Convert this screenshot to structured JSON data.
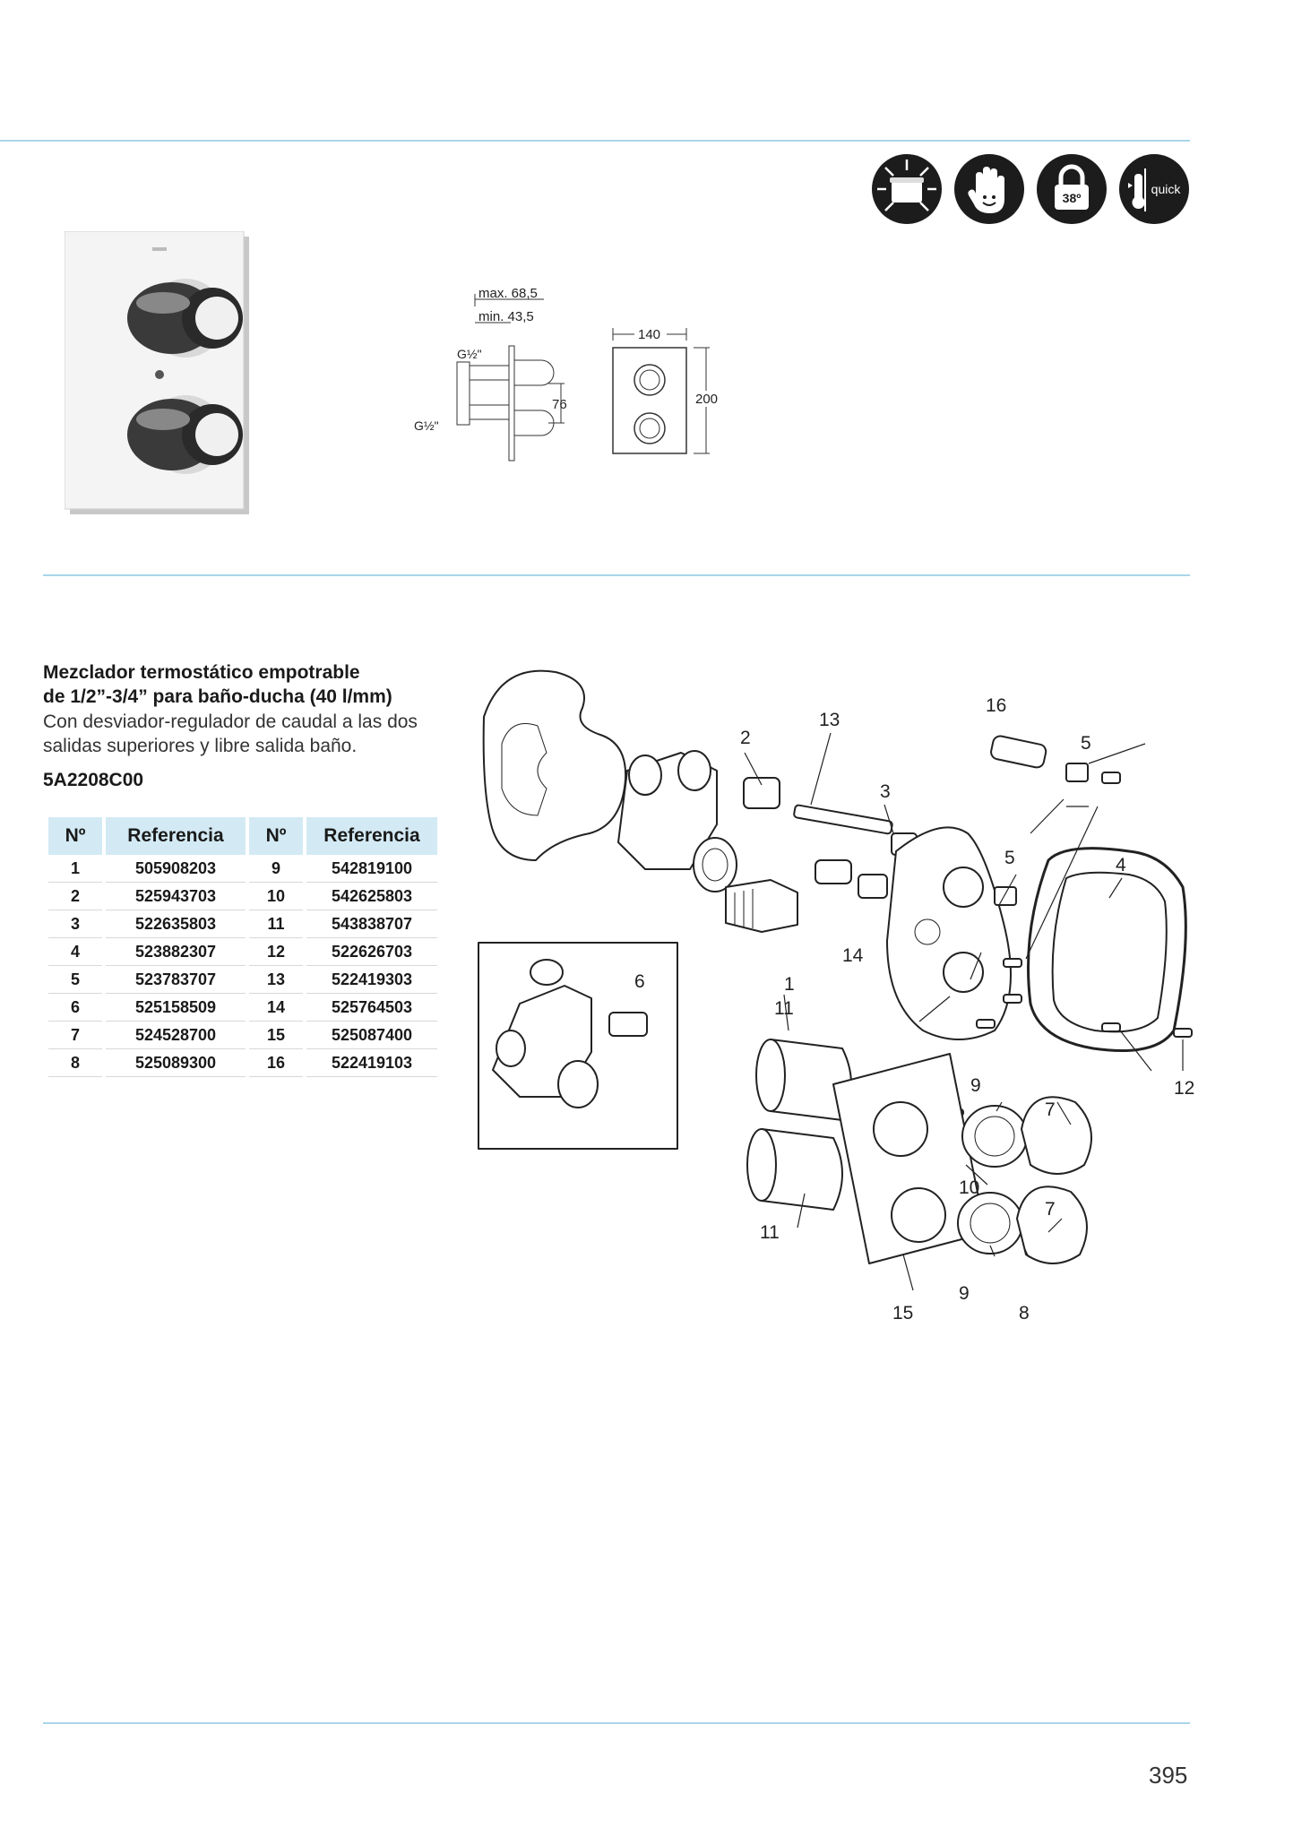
{
  "feature_icons": [
    {
      "icon": "hot-water-burst-icon"
    },
    {
      "icon": "child-safe-hand-icon"
    },
    {
      "icon": "temperature-lock-icon",
      "label": "38º"
    },
    {
      "icon": "quick-thermometer-icon",
      "label": "quick"
    }
  ],
  "dimensions": {
    "max": "max. 68,5",
    "min": "min. 43,5",
    "thread_top": "G½\"",
    "thread_bottom": "G½\"",
    "spacing": "76",
    "width": "140",
    "height": "200"
  },
  "product": {
    "title_line1": "Mezclador termostático empotrable",
    "title_line2": "de 1/2”-3/4” para baño-ducha (40 l/mm)",
    "desc_line1": "Con desviador-regulador de caudal a las dos",
    "desc_line2": "salidas superiores y libre salida baño.",
    "code": "5A2208C00"
  },
  "table": {
    "headers": [
      "Nº",
      "Referencia",
      "Nº",
      "Referencia"
    ],
    "rows": [
      [
        "1",
        "505908203",
        "9",
        "542819100"
      ],
      [
        "2",
        "525943703",
        "10",
        "542625803"
      ],
      [
        "3",
        "522635803",
        "11",
        "543838707"
      ],
      [
        "4",
        "523882307",
        "12",
        "522626703"
      ],
      [
        "5",
        "523783707",
        "13",
        "522419303"
      ],
      [
        "6",
        "525158509",
        "14",
        "525764503"
      ],
      [
        "7",
        "524528700",
        "15",
        "525087400"
      ],
      [
        "8",
        "525089300",
        "16",
        "522419103"
      ]
    ]
  },
  "exploded_labels": [
    "1",
    "2",
    "3",
    "4",
    "5",
    "5",
    "6",
    "7",
    "7",
    "8",
    "9",
    "9",
    "10",
    "11",
    "11",
    "12",
    "13",
    "14",
    "15",
    "16"
  ],
  "page_number": "395"
}
